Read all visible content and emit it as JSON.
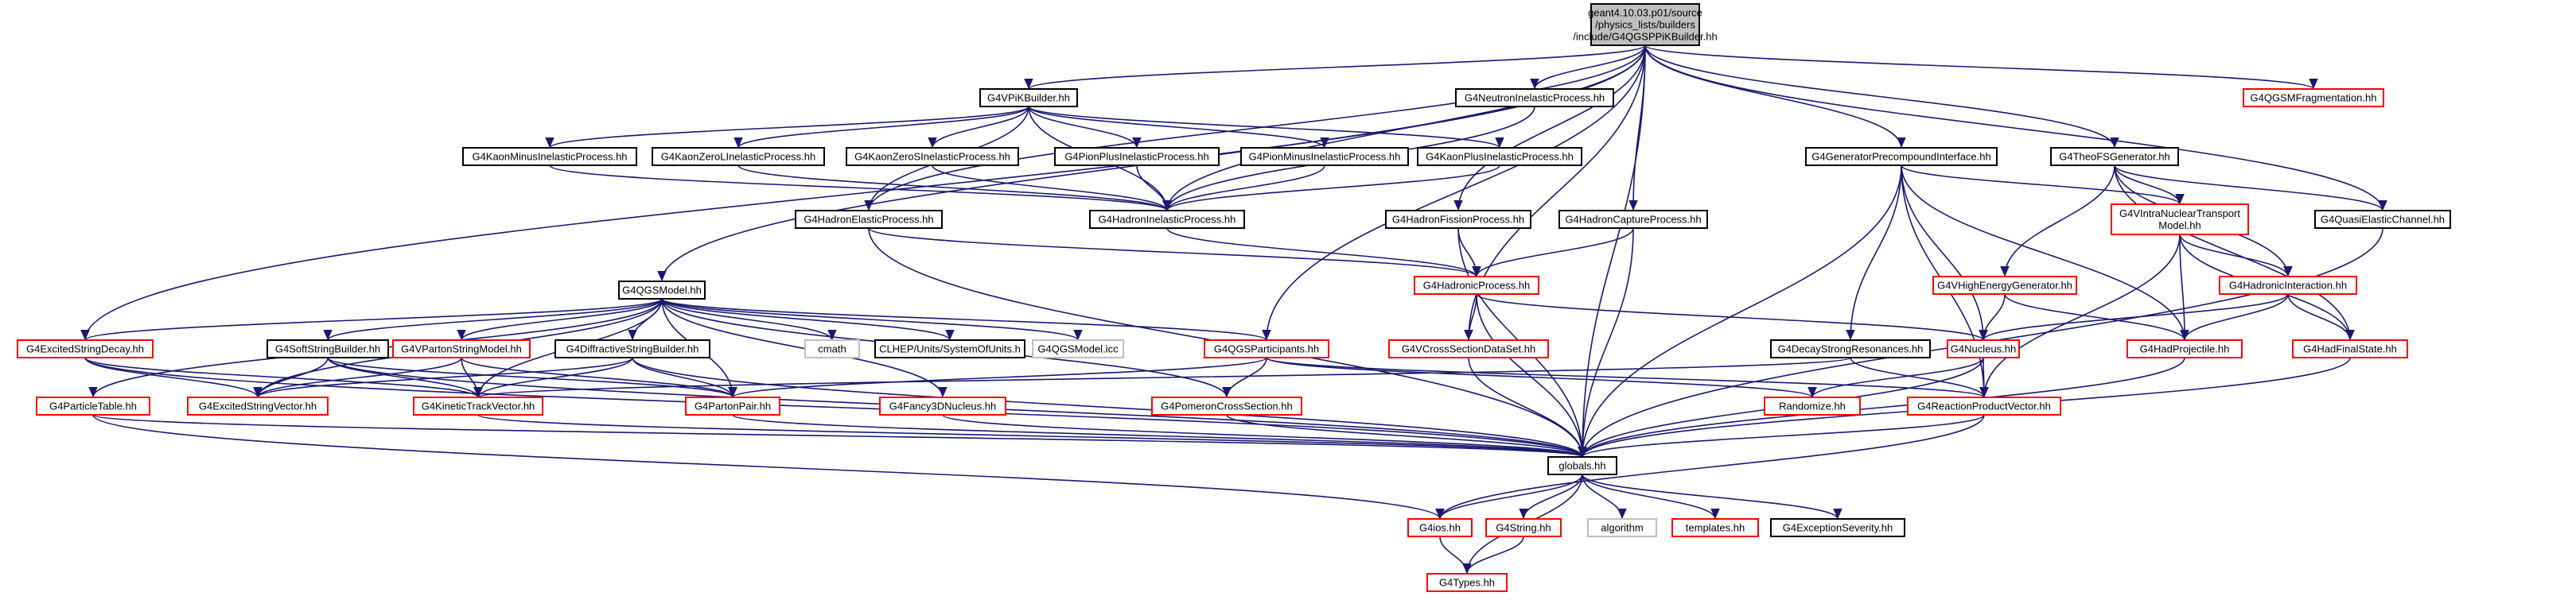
{
  "colors": {
    "root_fill": "#bfbfbf",
    "black": "#000000",
    "red": "#ff0000",
    "gray": "#bfbfbf",
    "edge": "#191970",
    "missing_text": "#000000"
  },
  "nodes": {
    "root": {
      "lines": [
        "geant4.10.03.p01/source",
        "/physics_lists/builders",
        "/include/G4QGSPPiKBuilder.hh"
      ],
      "style": "root"
    },
    "vpik": {
      "lines": [
        "G4VPiKBuilder.hh"
      ],
      "style": "black"
    },
    "neutronInel": {
      "lines": [
        "G4NeutronInelasticProcess.hh"
      ],
      "style": "black"
    },
    "qgsmFrag": {
      "lines": [
        "G4QGSMFragmentation.hh"
      ],
      "style": "red"
    },
    "kaonMinus": {
      "lines": [
        "G4KaonMinusInelasticProcess.hh"
      ],
      "style": "black"
    },
    "kaonZeroL": {
      "lines": [
        "G4KaonZeroLInelasticProcess.hh"
      ],
      "style": "black"
    },
    "kaonZeroS": {
      "lines": [
        "G4KaonZeroSInelasticProcess.hh"
      ],
      "style": "black"
    },
    "pionPlus": {
      "lines": [
        "G4PionPlusInelasticProcess.hh"
      ],
      "style": "black"
    },
    "pionMinus": {
      "lines": [
        "G4PionMinusInelasticProcess.hh"
      ],
      "style": "black"
    },
    "kaonPlus": {
      "lines": [
        "G4KaonPlusInelasticProcess.hh"
      ],
      "style": "black"
    },
    "genPrecomp": {
      "lines": [
        "G4GeneratorPrecompoundInterface.hh"
      ],
      "style": "black"
    },
    "theoFS": {
      "lines": [
        "G4TheoFSGenerator.hh"
      ],
      "style": "black"
    },
    "hadronElastic": {
      "lines": [
        "G4HadronElasticProcess.hh"
      ],
      "style": "black"
    },
    "hadronInel": {
      "lines": [
        "G4HadronInelasticProcess.hh"
      ],
      "style": "black"
    },
    "hadronFission": {
      "lines": [
        "G4HadronFissionProcess.hh"
      ],
      "style": "black"
    },
    "hadronCapture": {
      "lines": [
        "G4HadronCaptureProcess.hh"
      ],
      "style": "black"
    },
    "vintra": {
      "lines": [
        "G4VIntraNuclearTransport",
        "Model.hh"
      ],
      "style": "red"
    },
    "quasiElastic": {
      "lines": [
        "G4QuasiElasticChannel.hh"
      ],
      "style": "black"
    },
    "qgsModel": {
      "lines": [
        "G4QGSModel.hh"
      ],
      "style": "black"
    },
    "hadronicProcess": {
      "lines": [
        "G4HadronicProcess.hh"
      ],
      "style": "red"
    },
    "vHighEnergy": {
      "lines": [
        "G4VHighEnergyGenerator.hh"
      ],
      "style": "red"
    },
    "hadronicInteraction": {
      "lines": [
        "G4HadronicInteraction.hh"
      ],
      "style": "red"
    },
    "excitedDecay": {
      "lines": [
        "G4ExcitedStringDecay.hh"
      ],
      "style": "red"
    },
    "softString": {
      "lines": [
        "G4SoftStringBuilder.hh"
      ],
      "style": "black"
    },
    "vParton": {
      "lines": [
        "G4VPartonStringModel.hh"
      ],
      "style": "red"
    },
    "diffractive": {
      "lines": [
        "G4DiffractiveStringBuilder.hh"
      ],
      "style": "black"
    },
    "cmath": {
      "lines": [
        "cmath"
      ],
      "style": "gray"
    },
    "clhepUnits": {
      "lines": [
        "CLHEP/Units/SystemOfUnits.h"
      ],
      "style": "black"
    },
    "qgsIcc": {
      "lines": [
        "G4QGSModel.icc"
      ],
      "style": "gray"
    },
    "qgsParticipants": {
      "lines": [
        "G4QGSParticipants.hh"
      ],
      "style": "red"
    },
    "vCrossSection": {
      "lines": [
        "G4VCrossSectionDataSet.hh"
      ],
      "style": "red"
    },
    "decayStrong": {
      "lines": [
        "G4DecayStrongResonances.hh"
      ],
      "style": "black"
    },
    "nucleus": {
      "lines": [
        "G4Nucleus.hh"
      ],
      "style": "red"
    },
    "hadProjectile": {
      "lines": [
        "G4HadProjectile.hh"
      ],
      "style": "red"
    },
    "hadFinalState": {
      "lines": [
        "G4HadFinalState.hh"
      ],
      "style": "red"
    },
    "particleTable": {
      "lines": [
        "G4ParticleTable.hh"
      ],
      "style": "red"
    },
    "excitedVector": {
      "lines": [
        "G4ExcitedStringVector.hh"
      ],
      "style": "red"
    },
    "kineticTrack": {
      "lines": [
        "G4KineticTrackVector.hh"
      ],
      "style": "red"
    },
    "partonPair": {
      "lines": [
        "G4PartonPair.hh"
      ],
      "style": "red"
    },
    "fancy3D": {
      "lines": [
        "G4Fancy3DNucleus.hh"
      ],
      "style": "red"
    },
    "pomeron": {
      "lines": [
        "G4PomeronCrossSection.hh"
      ],
      "style": "red"
    },
    "randomize": {
      "lines": [
        "Randomize.hh"
      ],
      "style": "red"
    },
    "reactionProduct": {
      "lines": [
        "G4ReactionProductVector.hh"
      ],
      "style": "red"
    },
    "globals": {
      "lines": [
        "globals.hh"
      ],
      "style": "black"
    },
    "ios": {
      "lines": [
        "G4ios.hh"
      ],
      "style": "red"
    },
    "string": {
      "lines": [
        "G4String.hh"
      ],
      "style": "red"
    },
    "algorithm": {
      "lines": [
        "algorithm"
      ],
      "style": "gray"
    },
    "templates": {
      "lines": [
        "templates.hh"
      ],
      "style": "red"
    },
    "exceptionSev": {
      "lines": [
        "G4ExceptionSeverity.hh"
      ],
      "style": "black"
    },
    "types": {
      "lines": [
        "G4Types.hh"
      ],
      "style": "red"
    }
  },
  "edges": [
    [
      "root",
      "vpik"
    ],
    [
      "root",
      "neutronInel"
    ],
    [
      "root",
      "qgsmFrag"
    ],
    [
      "root",
      "genPrecomp"
    ],
    [
      "root",
      "theoFS"
    ],
    [
      "root",
      "hadronElastic"
    ],
    [
      "root",
      "hadronInel"
    ],
    [
      "root",
      "hadronFission"
    ],
    [
      "root",
      "hadronCapture"
    ],
    [
      "root",
      "quasiElastic"
    ],
    [
      "root",
      "qgsModel"
    ],
    [
      "root",
      "excitedDecay"
    ],
    [
      "root",
      "vCrossSection"
    ],
    [
      "root",
      "qgsParticipants"
    ],
    [
      "root",
      "globals"
    ],
    [
      "vpik",
      "kaonMinus"
    ],
    [
      "vpik",
      "kaonZeroL"
    ],
    [
      "vpik",
      "kaonZeroS"
    ],
    [
      "vpik",
      "pionPlus"
    ],
    [
      "vpik",
      "pionMinus"
    ],
    [
      "vpik",
      "kaonPlus"
    ],
    [
      "vpik",
      "hadronElastic"
    ],
    [
      "vpik",
      "hadronInel"
    ],
    [
      "neutronInel",
      "hadronInel"
    ],
    [
      "kaonMinus",
      "hadronInel"
    ],
    [
      "kaonZeroL",
      "hadronInel"
    ],
    [
      "kaonZeroS",
      "hadronInel"
    ],
    [
      "pionPlus",
      "hadronInel"
    ],
    [
      "pionMinus",
      "hadronInel"
    ],
    [
      "kaonPlus",
      "hadronInel"
    ],
    [
      "hadronElastic",
      "hadronicProcess"
    ],
    [
      "hadronElastic",
      "globals"
    ],
    [
      "hadronInel",
      "hadronicProcess"
    ],
    [
      "hadronFission",
      "hadronicProcess"
    ],
    [
      "hadronFission",
      "globals"
    ],
    [
      "hadronCapture",
      "hadronicProcess"
    ],
    [
      "hadronCapture",
      "globals"
    ],
    [
      "genPrecomp",
      "vintra"
    ],
    [
      "genPrecomp",
      "decayStrong"
    ],
    [
      "genPrecomp",
      "nucleus"
    ],
    [
      "genPrecomp",
      "hadProjectile"
    ],
    [
      "genPrecomp",
      "reactionProduct"
    ],
    [
      "genPrecomp",
      "globals"
    ],
    [
      "theoFS",
      "vintra"
    ],
    [
      "theoFS",
      "vHighEnergy"
    ],
    [
      "theoFS",
      "hadronicInteraction"
    ],
    [
      "theoFS",
      "quasiElastic"
    ],
    [
      "theoFS",
      "hadFinalState"
    ],
    [
      "vintra",
      "hadronicInteraction"
    ],
    [
      "vintra",
      "hadProjectile"
    ],
    [
      "vintra",
      "reactionProduct"
    ],
    [
      "vintra",
      "hadFinalState"
    ],
    [
      "quasiElastic",
      "globals"
    ],
    [
      "hadronicProcess",
      "vCrossSection"
    ],
    [
      "hadronicProcess",
      "nucleus"
    ],
    [
      "hadronicProcess",
      "globals"
    ],
    [
      "vHighEnergy",
      "nucleus"
    ],
    [
      "vHighEnergy",
      "hadProjectile"
    ],
    [
      "hadronicInteraction",
      "nucleus"
    ],
    [
      "hadronicInteraction",
      "hadProjectile"
    ],
    [
      "hadronicInteraction",
      "hadFinalState"
    ],
    [
      "hadProjectile",
      "globals"
    ],
    [
      "hadFinalState",
      "globals"
    ],
    [
      "qgsModel",
      "excitedDecay"
    ],
    [
      "qgsModel",
      "softString"
    ],
    [
      "qgsModel",
      "vParton"
    ],
    [
      "qgsModel",
      "diffractive"
    ],
    [
      "qgsModel",
      "cmath"
    ],
    [
      "qgsModel",
      "clhepUnits"
    ],
    [
      "qgsModel",
      "qgsIcc"
    ],
    [
      "qgsModel",
      "qgsParticipants"
    ],
    [
      "qgsModel",
      "fancy3D"
    ],
    [
      "qgsModel",
      "pomeron"
    ],
    [
      "qgsModel",
      "partonPair"
    ],
    [
      "qgsModel",
      "kineticTrack"
    ],
    [
      "qgsModel",
      "excitedVector"
    ],
    [
      "qgsModel",
      "particleTable"
    ],
    [
      "excitedDecay",
      "excitedVector"
    ],
    [
      "excitedDecay",
      "kineticTrack"
    ],
    [
      "excitedDecay",
      "globals"
    ],
    [
      "softString",
      "excitedVector"
    ],
    [
      "softString",
      "kineticTrack"
    ],
    [
      "softString",
      "partonPair"
    ],
    [
      "softString",
      "globals"
    ],
    [
      "vParton",
      "excitedVector"
    ],
    [
      "vParton",
      "kineticTrack"
    ],
    [
      "vParton",
      "partonPair"
    ],
    [
      "diffractive",
      "kineticTrack"
    ],
    [
      "diffractive",
      "partonPair"
    ],
    [
      "diffractive",
      "globals"
    ],
    [
      "diffractive",
      "excitedVector"
    ],
    [
      "qgsParticipants",
      "pomeron"
    ],
    [
      "qgsParticipants",
      "randomize"
    ],
    [
      "qgsParticipants",
      "partonPair"
    ],
    [
      "qgsParticipants",
      "reactionProduct"
    ],
    [
      "vCrossSection",
      "globals"
    ],
    [
      "decayStrong",
      "kineticTrack"
    ],
    [
      "decayStrong",
      "reactionProduct"
    ],
    [
      "nucleus",
      "randomize"
    ],
    [
      "nucleus",
      "reactionProduct"
    ],
    [
      "nucleus",
      "globals"
    ],
    [
      "particleTable",
      "globals"
    ],
    [
      "particleTable",
      "ios"
    ],
    [
      "kineticTrack",
      "globals"
    ],
    [
      "partonPair",
      "globals"
    ],
    [
      "fancy3D",
      "globals"
    ],
    [
      "pomeron",
      "globals"
    ],
    [
      "reactionProduct",
      "globals"
    ],
    [
      "reactionProduct",
      "ios"
    ],
    [
      "globals",
      "ios"
    ],
    [
      "globals",
      "string"
    ],
    [
      "globals",
      "algorithm"
    ],
    [
      "globals",
      "templates"
    ],
    [
      "globals",
      "exceptionSev"
    ],
    [
      "globals",
      "types"
    ],
    [
      "ios",
      "types"
    ],
    [
      "string",
      "types"
    ]
  ]
}
